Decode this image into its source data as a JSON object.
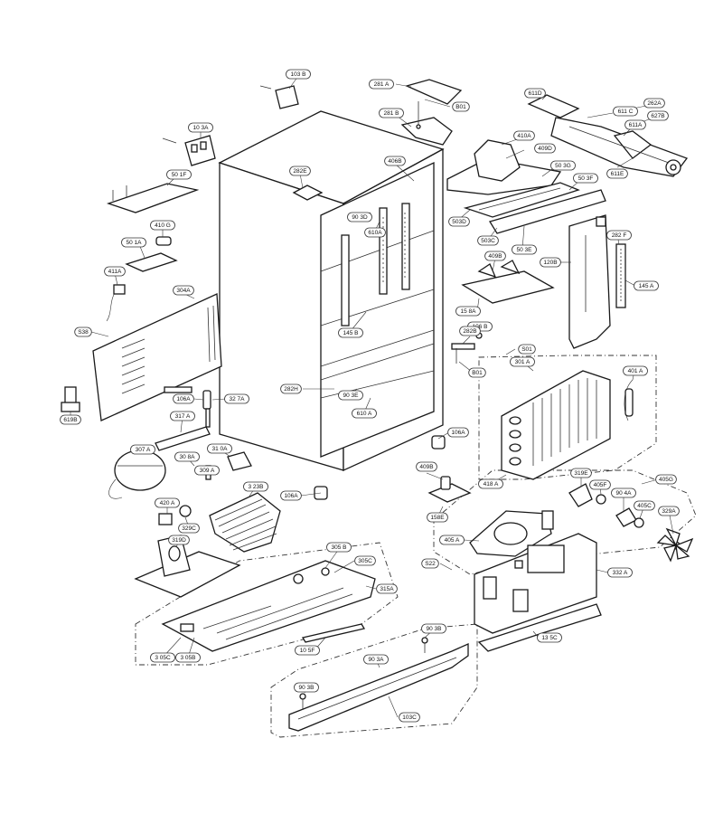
{
  "labels": [
    {
      "id": "103B",
      "text": "103 B"
    },
    {
      "id": "281A",
      "text": "281 A"
    },
    {
      "id": "B01a",
      "text": "B01"
    },
    {
      "id": "281B",
      "text": "281 B"
    },
    {
      "id": "611D",
      "text": "611D"
    },
    {
      "id": "611C",
      "text": "611 C"
    },
    {
      "id": "262A",
      "text": "262A"
    },
    {
      "id": "627B",
      "text": "627B"
    },
    {
      "id": "611A",
      "text": "611A"
    },
    {
      "id": "611E",
      "text": "611E"
    },
    {
      "id": "103A",
      "text": "10 3A"
    },
    {
      "id": "501F",
      "text": "50 1F"
    },
    {
      "id": "282E",
      "text": "282E"
    },
    {
      "id": "406B",
      "text": "406B"
    },
    {
      "id": "410A",
      "text": "410A"
    },
    {
      "id": "409D",
      "text": "409D"
    },
    {
      "id": "503G",
      "text": "50 3G"
    },
    {
      "id": "503F",
      "text": "50 3F"
    },
    {
      "id": "903D",
      "text": "90 3D"
    },
    {
      "id": "610A",
      "text": "610A"
    },
    {
      "id": "503D",
      "text": "503D"
    },
    {
      "id": "503C",
      "text": "503C"
    },
    {
      "id": "503E",
      "text": "50 3E"
    },
    {
      "id": "410G",
      "text": "410 G"
    },
    {
      "id": "501A",
      "text": "50 1A"
    },
    {
      "id": "282F",
      "text": "282 F"
    },
    {
      "id": "409B",
      "text": "409B"
    },
    {
      "id": "120B",
      "text": "120B"
    },
    {
      "id": "411A",
      "text": "411A"
    },
    {
      "id": "304A",
      "text": "304A"
    },
    {
      "id": "145A",
      "text": "145 A"
    },
    {
      "id": "158A",
      "text": "15 8A"
    },
    {
      "id": "145B",
      "text": "145 B"
    },
    {
      "id": "106B",
      "text": "106 B"
    },
    {
      "id": "S38",
      "text": "S38"
    },
    {
      "id": "282B",
      "text": "282B"
    },
    {
      "id": "S01",
      "text": "S01"
    },
    {
      "id": "301A",
      "text": "301 A"
    },
    {
      "id": "B01b",
      "text": "B01"
    },
    {
      "id": "401A",
      "text": "401 A"
    },
    {
      "id": "282H",
      "text": "282H"
    },
    {
      "id": "903E",
      "text": "90 3E"
    },
    {
      "id": "106Aa",
      "text": "106A"
    },
    {
      "id": "327A",
      "text": "32 7A"
    },
    {
      "id": "610Ab",
      "text": "610 A"
    },
    {
      "id": "619B",
      "text": "619B"
    },
    {
      "id": "317A",
      "text": "317 A"
    },
    {
      "id": "106Ab",
      "text": "106A"
    },
    {
      "id": "307A",
      "text": "307 A"
    },
    {
      "id": "310A",
      "text": "31 0A"
    },
    {
      "id": "308A",
      "text": "30 8A"
    },
    {
      "id": "309A",
      "text": "309 A"
    },
    {
      "id": "409B2",
      "text": "409B"
    },
    {
      "id": "418A",
      "text": "418 A"
    },
    {
      "id": "319E",
      "text": "319E"
    },
    {
      "id": "405G",
      "text": "405G"
    },
    {
      "id": "323B",
      "text": "3 23B"
    },
    {
      "id": "106Ac",
      "text": "106A"
    },
    {
      "id": "405F",
      "text": "405F"
    },
    {
      "id": "420A",
      "text": "420 A"
    },
    {
      "id": "904A",
      "text": "90 4A"
    },
    {
      "id": "405C",
      "text": "405C"
    },
    {
      "id": "329A",
      "text": "329A"
    },
    {
      "id": "158E",
      "text": "158E"
    },
    {
      "id": "329C",
      "text": "329C"
    },
    {
      "id": "405A",
      "text": "405 A"
    },
    {
      "id": "319D",
      "text": "319D"
    },
    {
      "id": "305B",
      "text": "305 B"
    },
    {
      "id": "305C",
      "text": "305C"
    },
    {
      "id": "S22",
      "text": "S22"
    },
    {
      "id": "332A",
      "text": "332 A"
    },
    {
      "id": "315A",
      "text": "315A"
    },
    {
      "id": "903Ba",
      "text": "90 3B"
    },
    {
      "id": "135C",
      "text": "13 5C"
    },
    {
      "id": "305Cb",
      "text": "3 05C"
    },
    {
      "id": "305Bb",
      "text": "3 05B"
    },
    {
      "id": "105F",
      "text": "10 5F"
    },
    {
      "id": "903A",
      "text": "90 3A"
    },
    {
      "id": "903Bb",
      "text": "90 3B"
    },
    {
      "id": "103C",
      "text": "103C"
    }
  ]
}
